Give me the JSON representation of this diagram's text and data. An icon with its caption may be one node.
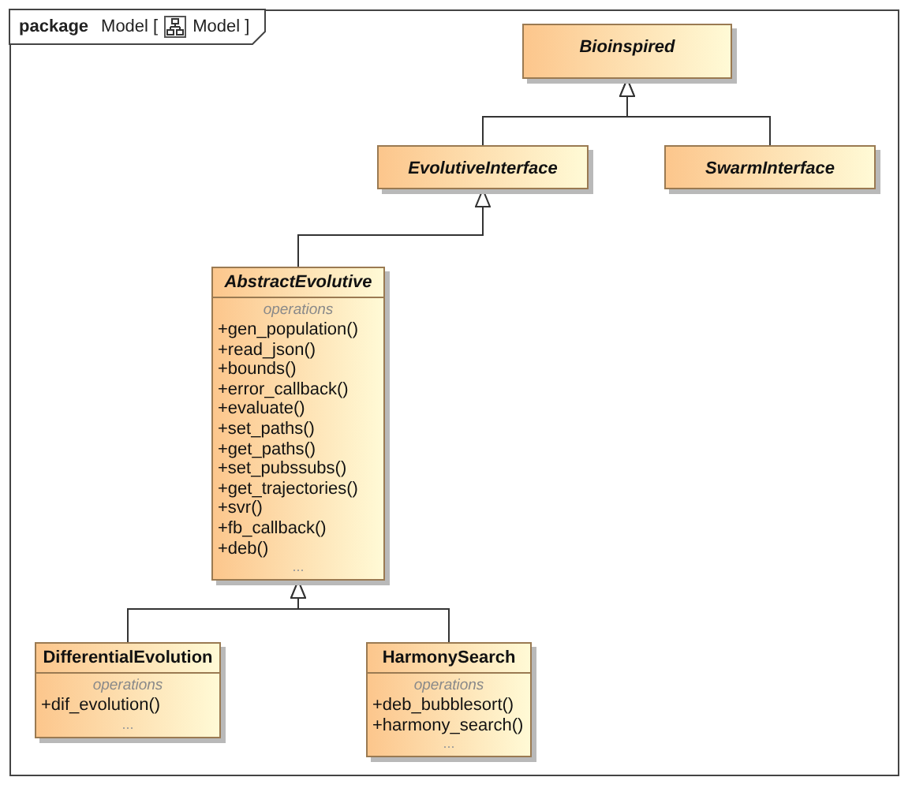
{
  "diagram": {
    "nodes": [
      {
        "text": [
          "package",
          "Model [",
          "Model ]"
        ]
      },
      {
        "text": [
          "Bioinspired"
        ],
        "in": 0
      },
      {
        "text": [
          "EvolutiveInterface"
        ],
        "in": 0
      },
      {
        "text": [
          "SwarmInterface"
        ],
        "in": 0
      },
      {
        "text": [
          "AbstractEvolutive",
          "operations",
          "+gen_population()",
          "+read_json()",
          "+bounds()",
          "+error_callback()",
          "+evaluate()",
          "+set_paths()",
          "+get_paths()",
          "+set_pubssubs()",
          "+get_trajectories()",
          "+svr()",
          "+fb_callback()",
          "+deb()",
          "..."
        ],
        "in": 0
      },
      {
        "text": [
          "DifferentialEvolution",
          "operations",
          "+dif_evolution()",
          "..."
        ],
        "in": 0
      },
      {
        "text": [
          "HarmonySearch",
          "operations",
          "+deb_bubblesort()",
          "+harmony_search()",
          "..."
        ],
        "in": 0
      }
    ],
    "edges": [
      {
        "from": 2,
        "to": 1,
        "arrow": "to"
      },
      {
        "from": 3,
        "to": 1,
        "arrow": "to"
      },
      {
        "from": 4,
        "to": 2,
        "arrow": "to"
      },
      {
        "from": 5,
        "to": 4,
        "arrow": "to"
      },
      {
        "from": 6,
        "to": 4,
        "arrow": "to"
      }
    ]
  }
}
